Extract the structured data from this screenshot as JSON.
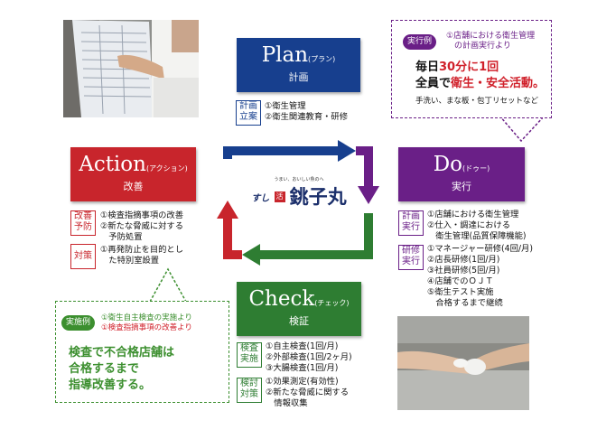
{
  "colors": {
    "plan": "#173f8e",
    "do": "#6a1f87",
    "check": "#2e7d32",
    "action": "#c8252c",
    "accent_red": "#d0202a",
    "accent_green": "#3c8f2f"
  },
  "plan": {
    "title_en": "Plan",
    "title_sub": "(プラン)",
    "title_jp": "計画",
    "tag": [
      "計画",
      "立案"
    ],
    "items": [
      "①衛生管理",
      "②衛生関連教育・研修"
    ]
  },
  "do": {
    "title_en": "Do",
    "title_sub": "(ドゥー)",
    "title_jp": "実行",
    "group1": {
      "tag": [
        "計画",
        "実行"
      ],
      "items": [
        "①店舗における衛生管理",
        "②仕入・調達における",
        "　衛生管理(品質保障機能)"
      ]
    },
    "group2": {
      "tag": [
        "研修",
        "実行"
      ],
      "items": [
        "①マネージャー研修(4回/月)",
        "②店長研修(1回/月)",
        "③社員研修(5回/月)",
        "④店舗でのＯＪＴ",
        "⑤衛生テスト実施",
        "　合格するまで継続"
      ]
    }
  },
  "check": {
    "title_en": "Check",
    "title_sub": "(チェック)",
    "title_jp": "検証",
    "group1": {
      "tag": [
        "検査",
        "実施"
      ],
      "items": [
        "①自主検査(1回/月)",
        "②外部検査(1回/2ヶ月)",
        "③大腸検査(1回/月)"
      ]
    },
    "group2": {
      "tag": [
        "検討",
        "対策"
      ],
      "items": [
        "①効果測定(有効性)",
        "②新たな脅威に関する",
        "　情報収集"
      ]
    }
  },
  "action": {
    "title_en": "Action",
    "title_sub": "(アクション)",
    "title_jp": "改善",
    "group1": {
      "tag": [
        "改善",
        "予防"
      ],
      "items": [
        "①検査指摘事項の改善",
        "②新たな脅威に対する",
        "　予防処置"
      ]
    },
    "group2": {
      "tag": [
        "対策"
      ],
      "items": [
        "①再発防止を目的とし",
        "　た特別室設置"
      ]
    }
  },
  "center": {
    "tagline": "うまい、おいしい魚のへ",
    "prefix": "すし",
    "badge": "活",
    "brand": "銚子丸"
  },
  "example_top": {
    "label": "実行例",
    "note": [
      "①店舗における衛生管理",
      "の計画実行より"
    ],
    "line1_pre": "毎日",
    "line1_red": "30分に1回",
    "line2_pre": "全員で",
    "line2_red": "衛生・安全活動。",
    "small": "手洗い、まな板・包丁リセットなど"
  },
  "example_bottom": {
    "label": "実施例",
    "note1": "①衛生自主検査の実施より",
    "note2": "①検査指摘事項の改善より",
    "main": [
      "検査で不合格店舗は",
      "合格するまで",
      "指導改善する。"
    ]
  }
}
